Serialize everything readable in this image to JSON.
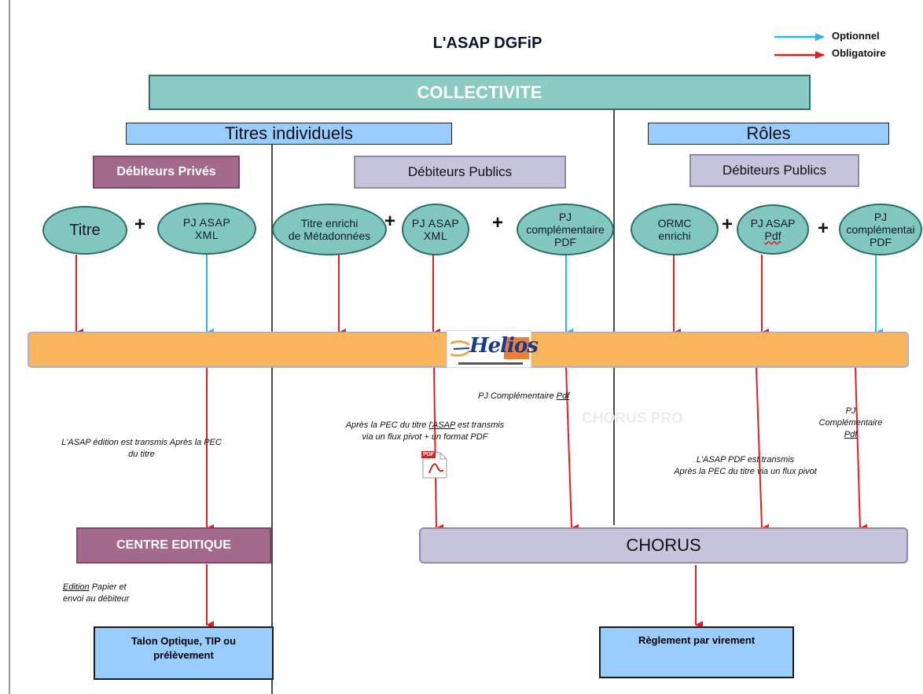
{
  "title": "L'ASAP DGFiP",
  "legend": {
    "optionnel": "Optionnel",
    "obligatoire": "Obligatoire",
    "colors": {
      "optional": "#29b6e8",
      "mandatory": "#e02020"
    }
  },
  "collectivite": "COLLECTIVITE",
  "sections": {
    "titres_individuels": "Titres individuels",
    "roles": "Rôles"
  },
  "categories": {
    "debiteurs_prives": "Débiteurs Privés",
    "debiteurs_publics_1": "Débiteurs Publics",
    "debiteurs_publics_2": "Débiteurs Publics"
  },
  "nodes": {
    "titre": "Titre",
    "pj_asap_xml_1": [
      "PJ ASAP",
      "XML"
    ],
    "titre_enrichi": [
      "Titre enrichi",
      "de Métadonnées"
    ],
    "pj_asap_xml_2": [
      "PJ ASAP",
      "XML"
    ],
    "pj_comp_1": [
      "PJ",
      "complémentaire",
      "PDF"
    ],
    "ormc": [
      "ORMC",
      "enrichi"
    ],
    "pj_asap_pdf": [
      "PJ ASAP",
      "Pdf"
    ],
    "pj_comp_2": [
      "PJ",
      "complémentai",
      "PDF"
    ]
  },
  "plus": "+",
  "helios_label": "Helios",
  "chorus_pro_watermark": "CHORUS PRO",
  "notes": {
    "asap_edition": [
      "L'ASAP édition est transmis Après la PEC",
      "du titre"
    ],
    "apres_pec_prefix": "Après la PEC du titre ",
    "apres_pec_asap": "l'ASAP",
    "apres_pec_suffix": " est transmis",
    "apres_pec_line2": "via un flux pivot + un format PDF",
    "pj_comp_pdf_prefix": "PJ Complémentaire ",
    "pj_comp_pdf_pdf": "Pdf",
    "pj_comp_right": [
      "PJ",
      "Complémentaire"
    ],
    "pj_comp_right_pdf": "Pdf",
    "asap_pdf": [
      "L'ASAP PDF est transmis",
      "Après la PEC du titre via un flux pivot"
    ],
    "edition_word": "Edition",
    "edition_rest": " Papier et",
    "edition_line2": "envoi au débiteur"
  },
  "centre_editique": "CENTRE EDITIQUE",
  "chorus": "CHORUS",
  "talon": [
    "Talon Optique, TIP ou",
    "prélèvement"
  ],
  "reglement": "Règlement par virement",
  "pdf_icon_label": "PDF"
}
